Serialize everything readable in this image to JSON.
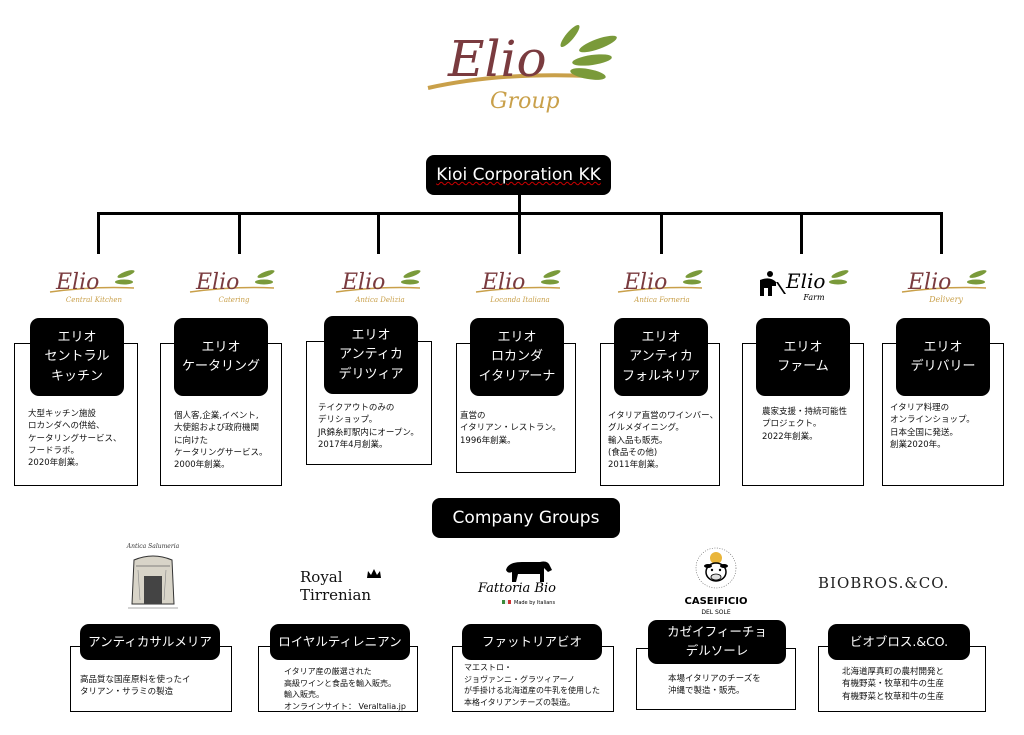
{
  "logo": {
    "primary": "Elio",
    "secondary": "Group"
  },
  "parent": {
    "label": "Kioi Corporation KK"
  },
  "subsidiaries": [
    {
      "logo_sub": "Central Kitchen",
      "title": "エリオ\nセントラル\nキッチン",
      "desc": "大型キッチン施設\nロカンダへの供給、\nケータリングサービス、\nフードラボ。\n2020年創業。"
    },
    {
      "logo_sub": "Catering",
      "title": "エリオ\nケータリング",
      "desc": "個人客,企業,イベント,\n大使館および政府機関\nに向けた\nケータリングサービス。\n2000年創業。"
    },
    {
      "logo_sub": "Antica Delizia",
      "title": "エリオ\nアンティカ\nデリツィア",
      "desc": "テイクアウトのみの\nデリショップ。\nJR錦糸町駅内にオープン。\n2017年4月創業。"
    },
    {
      "logo_sub": "Locanda Italiana",
      "title": "エリオ\nロカンダ\nイタリアーナ",
      "desc": "直営の\nイタリアン・レストラン。\n1996年創業。"
    },
    {
      "logo_sub": "Antica Forneria",
      "title": "エリオ\nアンティカ\nフォルネリア",
      "desc": "イタリア直営のワインバー、\nグルメダイニング。\n輸入品も販売。\n(食品その他)\n2011年創業。"
    },
    {
      "logo_sub": "Farm",
      "title": "エリオ\nファーム",
      "desc": "農家支援・持続可能性\nプロジェクト。\n2022年創業。"
    },
    {
      "logo_sub": "Delivery",
      "title": "エリオ\nデリバリー",
      "desc": "イタリア料理の\nオンラインショップ。\n日本全国に発送。\n創業2020年。"
    }
  ],
  "company_groups_label": "Company Groups",
  "company_groups": [
    {
      "logo_text": "Antica Salumeria",
      "title": "アンティカサルメリア",
      "desc": "高品質な国産原料を使ったイ\nタリアン・サラミの製造"
    },
    {
      "logo_text": "Royal\nTirrenian",
      "title": "ロイヤルティレニアン",
      "desc": "イタリア産の厳選された\n高級ワインと食品を輸入販売。\n輸入販売。\nオンラインサイト：  Veraltalia.jp"
    },
    {
      "logo_text": "Fattoria Bio",
      "logo_tag": "Made by Italians",
      "title": "ファットリアビオ",
      "desc": "マエストロ・\nジョヴァンニ・グラツィアーノ\nが手掛ける北海道産の牛乳を使用した\n本格イタリアンチーズの製造。"
    },
    {
      "logo_text": "CASEIFICIO",
      "logo_tag": "DEL SOLE",
      "title": "カゼイフィーチョ\nデルソーレ",
      "desc": "本場イタリアのチーズを\n沖縄で製造・販売。"
    },
    {
      "logo_text": "BIOBROS.&CO.",
      "title": "ビオブロス.&CO.",
      "desc": "北海道厚真町の農村開発と\n有機野菜・牧草和牛の生産\n有機野菜と牧草和牛の生産"
    }
  ],
  "colors": {
    "brand_maroon": "#7a3b3f",
    "olive_green": "#7a9a3a",
    "gold": "#c9a04a"
  }
}
